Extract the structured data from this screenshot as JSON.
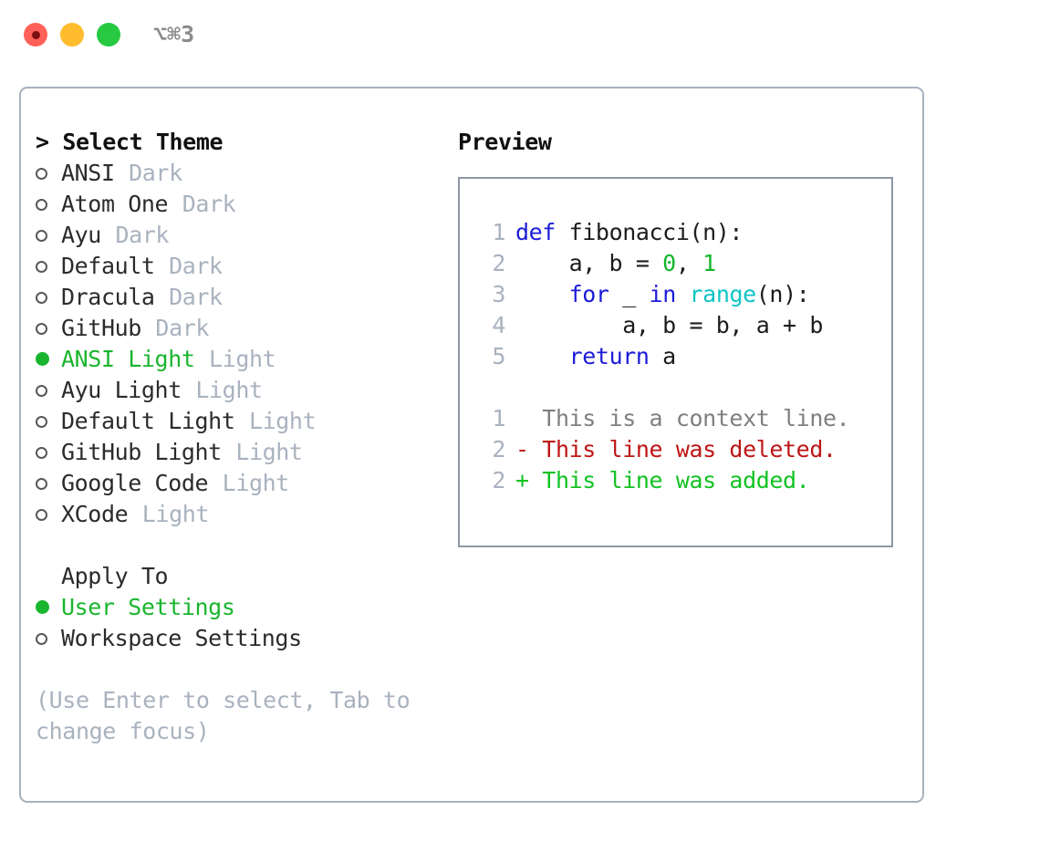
{
  "window": {
    "shortcut": "⌥⌘3",
    "traffic_lights": [
      {
        "name": "close-button",
        "color": "#ff6159",
        "recording": true
      },
      {
        "name": "minimize-button",
        "color": "#ffbd2e",
        "recording": false
      },
      {
        "name": "maximize-button",
        "color": "#26c940",
        "recording": false
      }
    ]
  },
  "theme_section": {
    "caret": "> ",
    "title": "Select Theme",
    "options": [
      {
        "marker": "o",
        "label": "ANSI",
        "suffix": "Dark",
        "selected": false
      },
      {
        "marker": "o",
        "label": "Atom One",
        "suffix": "Dark",
        "selected": false
      },
      {
        "marker": "o",
        "label": "Ayu",
        "suffix": "Dark",
        "selected": false
      },
      {
        "marker": "o",
        "label": "Default",
        "suffix": "Dark",
        "selected": false
      },
      {
        "marker": "o",
        "label": "Dracula",
        "suffix": "Dark",
        "selected": false
      },
      {
        "marker": "o",
        "label": "GitHub",
        "suffix": "Dark",
        "selected": false
      },
      {
        "marker": "●",
        "label": "ANSI Light",
        "suffix": "Light",
        "selected": true
      },
      {
        "marker": "o",
        "label": "Ayu Light",
        "suffix": "Light",
        "selected": false
      },
      {
        "marker": "o",
        "label": "Default Light",
        "suffix": "Light",
        "selected": false
      },
      {
        "marker": "o",
        "label": "GitHub Light",
        "suffix": "Light",
        "selected": false
      },
      {
        "marker": "o",
        "label": "Google Code",
        "suffix": "Light",
        "selected": false
      },
      {
        "marker": "o",
        "label": "XCode",
        "suffix": "Light",
        "selected": false
      }
    ]
  },
  "apply_section": {
    "title": "Apply To",
    "options": [
      {
        "marker": "●",
        "label": "User Settings",
        "selected": true
      },
      {
        "marker": "o",
        "label": "Workspace Settings",
        "selected": false
      }
    ]
  },
  "help": "(Use Enter to select, Tab to change focus)",
  "preview": {
    "title": "Preview",
    "code_lines": [
      {
        "no": "1",
        "tokens": [
          {
            "t": "def",
            "c": "kw"
          },
          {
            "t": " fibonacci(n):",
            "c": "plain"
          }
        ]
      },
      {
        "no": "2",
        "tokens": [
          {
            "t": "    a, b = ",
            "c": "plain"
          },
          {
            "t": "0",
            "c": "num"
          },
          {
            "t": ", ",
            "c": "plain"
          },
          {
            "t": "1",
            "c": "num"
          }
        ]
      },
      {
        "no": "3",
        "tokens": [
          {
            "t": "    ",
            "c": "plain"
          },
          {
            "t": "for",
            "c": "kw"
          },
          {
            "t": " _ ",
            "c": "plain"
          },
          {
            "t": "in",
            "c": "kw"
          },
          {
            "t": " ",
            "c": "plain"
          },
          {
            "t": "range",
            "c": "fn"
          },
          {
            "t": "(n):",
            "c": "plain"
          }
        ]
      },
      {
        "no": "4",
        "tokens": [
          {
            "t": "        a, b = b, a + b",
            "c": "plain"
          }
        ]
      },
      {
        "no": "5",
        "tokens": [
          {
            "t": "    ",
            "c": "plain"
          },
          {
            "t": "return",
            "c": "kw"
          },
          {
            "t": " a",
            "c": "plain"
          }
        ]
      }
    ],
    "diff_lines": [
      {
        "no": "1",
        "text": "  This is a context line.",
        "kind": "ctx"
      },
      {
        "no": "2",
        "text": "- This line was deleted.",
        "kind": "del"
      },
      {
        "no": "2",
        "text": "+ This line was added.",
        "kind": "add"
      }
    ]
  },
  "colors": {
    "accent_green": "#1ab52e",
    "muted": "#a9b2bf",
    "keyword": "#1b1bd8",
    "function": "#0fc4c4",
    "number": "#13b72a",
    "diff_added": "#12c222",
    "diff_deleted": "#bd1616",
    "diff_context": "#7f7f7f",
    "border": "#a7b0bd"
  }
}
